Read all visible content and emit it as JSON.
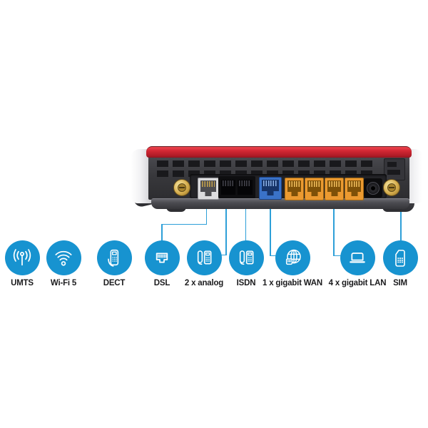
{
  "device": {
    "name": "router-rear-view",
    "ports": [
      "antenna-connector-left",
      "dsl-port",
      "analog-phone-jack",
      "isdn-phone-jack",
      "wan-port",
      "lan-port-1",
      "lan-port-2",
      "lan-port-3",
      "lan-port-4",
      "power-jack",
      "antenna-connector-right",
      "sim-slot-cover"
    ]
  },
  "features": [
    {
      "id": "umts",
      "label": "UMTS",
      "icon": "antenna-icon"
    },
    {
      "id": "wifi5",
      "label": "Wi-Fi 5",
      "icon": "wifi-icon"
    },
    {
      "id": "dect",
      "label": "DECT",
      "icon": "cordless-phone-icon"
    },
    {
      "id": "dsl",
      "label": "DSL",
      "icon": "rj45-jack-icon"
    },
    {
      "id": "analog",
      "label": "2 x analog",
      "icon": "phone-handset-keypad-icon"
    },
    {
      "id": "isdn",
      "label": "ISDN",
      "icon": "phone-handset-keypad-icon"
    },
    {
      "id": "wan",
      "label": "1 x gigabit WAN",
      "icon": "globe-plug-icon"
    },
    {
      "id": "lan",
      "label": "4 x gigabit LAN",
      "icon": "laptop-icon"
    },
    {
      "id": "sim",
      "label": "SIM",
      "icon": "sim-card-icon"
    }
  ],
  "colors": {
    "icon_blue": "#1793d0",
    "connector_line_blue": "#2d9fd8",
    "router_red": "#c2242f",
    "panel_dark_gray": "#323236",
    "port_orange": "#eb9a31",
    "port_blue": "#3a72c8",
    "port_gray": "#dcdcde",
    "gold_connector": "#d6ad4c",
    "label_text": "#1b1b1d",
    "background": "#ffffff"
  }
}
